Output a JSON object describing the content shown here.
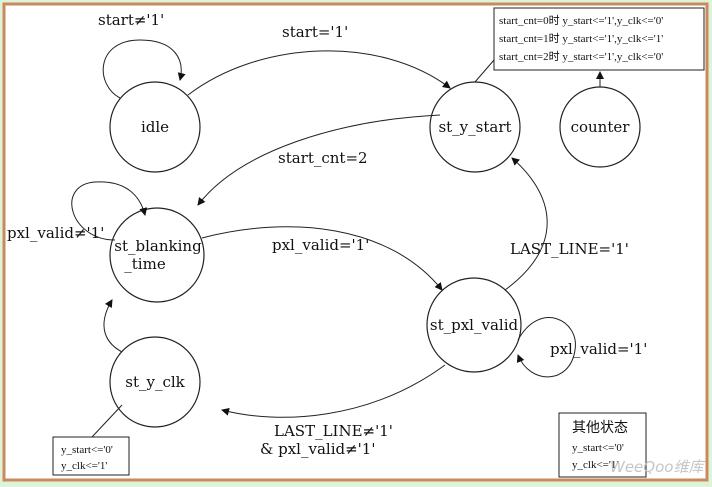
{
  "states": {
    "idle": "idle",
    "st_y_start": "st_y_start",
    "counter": "counter",
    "st_blanking_line1": "st_blanking",
    "st_blanking_line2": "_time",
    "st_pxl_valid": "st_pxl_valid",
    "st_y_clk": "st_y_clk"
  },
  "transitions": {
    "idle_self": "start≠'1'",
    "idle_to_start": "start='1'",
    "start_to_blanking": "start_cnt=2",
    "blanking_self": "pxl_valid≠'1'",
    "blanking_to_pxl": "pxl_valid='1'",
    "pxl_to_start": "LAST_LINE='1'",
    "pxl_self": "pxl_valid='1'",
    "pxl_to_yclk_1": "LAST_LINE≠'1'",
    "pxl_to_yclk_2": "& pxl_valid≠'1'"
  },
  "notes": {
    "counter_box": [
      "start_cnt=0时 y_start<='1',y_clk<='0'",
      "start_cnt=1时 y_start<='1',y_clk<='1'",
      "start_cnt=2时 y_start<='1',y_clk<='0'"
    ],
    "yclk_box": [
      "y_start<='0'",
      "y_clk<='1'"
    ],
    "other_box": [
      "其他状态",
      "y_start<='0'",
      "y_clk<='1'"
    ]
  },
  "watermark": "WeeQoo维库"
}
